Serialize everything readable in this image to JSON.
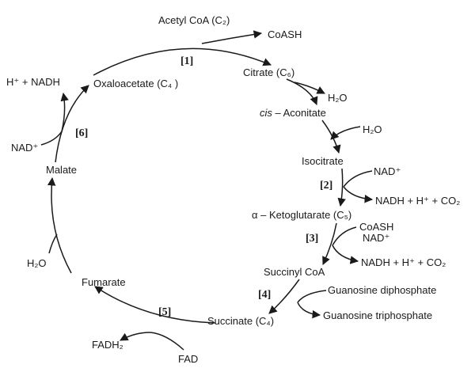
{
  "compounds": {
    "acetyl_coa": "Acetyl CoA (C₂)",
    "citrate": "Citrate (C₆)",
    "cis_aconitate_prefix": "cis",
    "cis_aconitate_rest": " – Aconitate",
    "isocitrate": "Isocitrate",
    "ketoglutarate": "α – Ketoglutarate (C₅)",
    "succinyl_coa": "Succinyl CoA",
    "succinate": "Succinate (C₄)",
    "fumarate": "Fumarate",
    "malate": "Malate",
    "oxaloacetate": "Oxaloacetate (C₄ )"
  },
  "side": {
    "coash_out": "CoASH",
    "water_out_citrate": "H₂O",
    "water_in_aconitate": "H₂O",
    "nad_in_2": "NAD⁺",
    "products_2": "NADH + H⁺ + CO₂",
    "coash_in_3": "CoASH",
    "nad_in_3": "NAD⁺",
    "products_3": "NADH + H⁺ + CO₂",
    "gdp": "Guanosine diphosphate",
    "gtp": "Guanosine triphosphate",
    "fad": "FAD",
    "fadh2": "FADH₂",
    "water_in_fumarate": "H₂O",
    "nad_in_6": "NAD⁺",
    "products_6": "H⁺ + NADH"
  },
  "steps": {
    "s1": "[1]",
    "s2": "[2]",
    "s3": "[3]",
    "s4": "[4]",
    "s5": "[5]",
    "s6": "[6]"
  }
}
